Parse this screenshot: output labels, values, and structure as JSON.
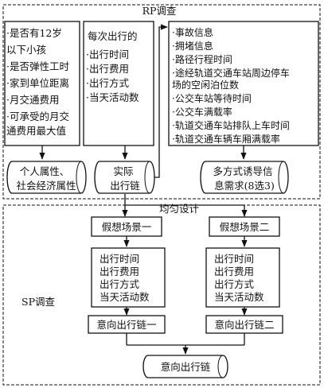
{
  "rp": {
    "title": "RP调查",
    "box1": {
      "lines": [
        "·是否有12岁",
        "  以下小孩",
        "·是否弹性工时",
        "·家到单位距离",
        "·月交通费用",
        "·可承受的月交",
        "  通费用最大值"
      ]
    },
    "box2": {
      "lines": [
        "每次出行的",
        "·出行时间",
        "·出行费用",
        "·出行方式",
        "·当天活动数"
      ]
    },
    "box3": {
      "lines": [
        "·事故信息",
        "·拥堵信息",
        "·路径行程时间",
        "·途经轨道交通车站周边停车",
        "  场的空闲泊位数",
        "·公交车站等待时间",
        "·公交车满载率",
        "·轨道交通车站排队上车时间",
        "·轨道交通车辆车厢满载率"
      ]
    },
    "drum1": {
      "lines": [
        "个人属性、",
        "社会经济属性"
      ]
    },
    "drum2": {
      "lines": [
        "实际",
        "出行链"
      ]
    },
    "drum3": {
      "lines": [
        "多方式诱导信",
        "息需求(8选3)"
      ]
    }
  },
  "sp": {
    "title": "SP调查",
    "design_label": "均匀设计",
    "scenario1": "假想场景一",
    "scenario2": "假想场景二",
    "attrs1": {
      "lines": [
        "出行时间",
        "出行费用",
        "出行方式",
        "当天活动数"
      ]
    },
    "attrs2": {
      "lines": [
        "出行时间",
        "出行费用",
        "出行方式",
        "当天活动数"
      ]
    },
    "intent1": "意向出行链一",
    "intent2": "意向出行链二",
    "final": "意向出行链"
  }
}
